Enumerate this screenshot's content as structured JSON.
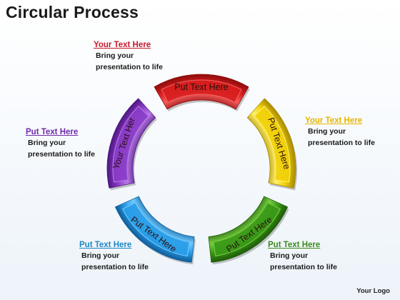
{
  "title": "Circular Process",
  "segments": [
    {
      "label": "Put Text Here",
      "color": "#d81e1e",
      "light": "#f45c5c",
      "dark": "#8e0c0c"
    },
    {
      "label": "Put Text Here",
      "color": "#f2d10a",
      "light": "#fff16a",
      "dark": "#a88a00"
    },
    {
      "label": "Put Text Here",
      "color": "#3a9a18",
      "light": "#76cc40",
      "dark": "#1e5c08"
    },
    {
      "label": "Put Text Here",
      "color": "#2a9ee8",
      "light": "#6fcaff",
      "dark": "#0f5d9a"
    },
    {
      "label": "Your Text Her",
      "color": "#8a3cc8",
      "light": "#b87ae6",
      "dark": "#4f1680"
    }
  ],
  "callouts": {
    "top": {
      "heading": "Your Text Here",
      "heading_color": "#c8182c",
      "lines": [
        "Bring your",
        "presentation to life"
      ]
    },
    "right": {
      "heading": "Your Text Here",
      "heading_color": "#e8b400",
      "lines": [
        "Bring your",
        "presentation to life"
      ]
    },
    "bottom_right": {
      "heading": "Put Text Here",
      "heading_color": "#3d8a1e",
      "lines": [
        "Bring your",
        "presentation to life"
      ]
    },
    "bottom_left": {
      "heading": "Put Text Here",
      "heading_color": "#1f86c6",
      "lines": [
        "Bring your",
        "presentation to life"
      ]
    },
    "left": {
      "heading": "Put Text Here",
      "heading_color": "#6f2aa8",
      "lines": [
        "Bring your",
        "presentation to life"
      ]
    }
  },
  "logo": "Your Logo"
}
